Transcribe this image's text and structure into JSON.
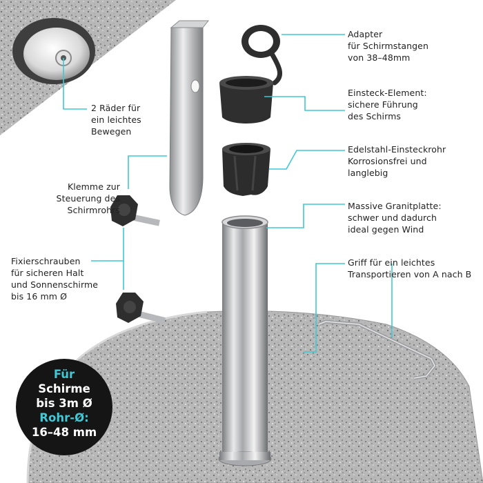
{
  "callouts": {
    "adapter": "Adapter\nfür Schirmstangen\nvon 38–48mm",
    "einsteck": "Einsteck-Element:\nsichere Führung\ndes Schirms",
    "edelstahl": "Edelstahl-Einsteckrohr\nKorrosionsfrei und\nlanglebig",
    "granit": "Massive Granitplatte:\nschwer und dadurch\nideal gegen Wind",
    "griff": "Griff für ein leichtes\nTransportieren von A nach B",
    "raeder": "2 Räder für\nein leichtes\nBewegen",
    "klemme": "Klemme zur\nSteuerung des\nSchirmrohrs",
    "fixier": "Fixierschrauben\nfür sicheren Halt\nund Sonnenschirme\nbis 16 mm Ø"
  },
  "badge": {
    "line1": "Für",
    "line2": "Schirme",
    "line3": "bis 3m Ø",
    "line4": "Rohr-Ø:",
    "line5": "16–48 mm"
  },
  "colors": {
    "accent": "#3fc8d6",
    "badge_bg": "#151515",
    "granite": "#b9b9b9",
    "steel": "#c9cacc"
  }
}
